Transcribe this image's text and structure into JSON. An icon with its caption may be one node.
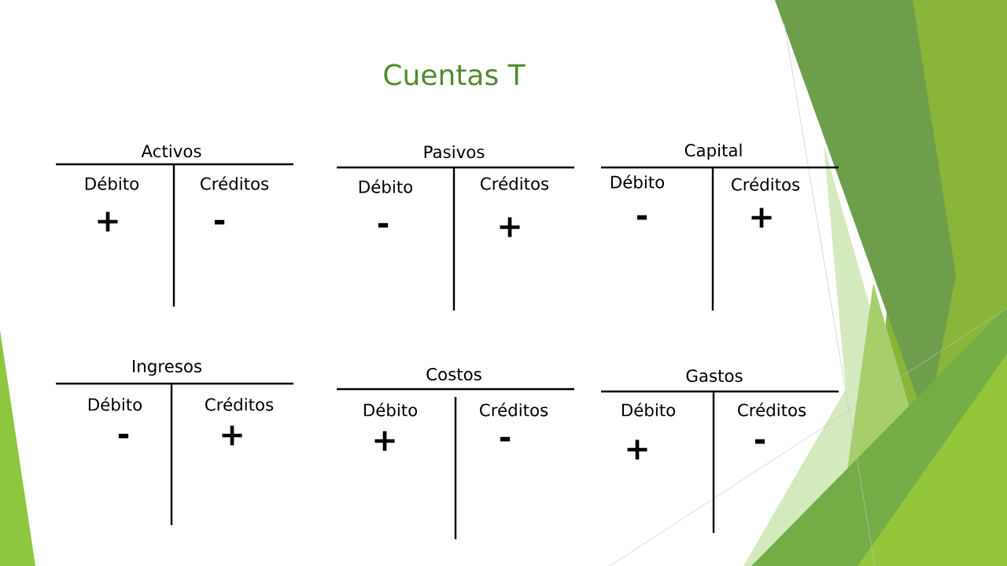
{
  "diagram": {
    "title": "Cuentas T",
    "nodes": [
      {
        "text": [
          "Activos",
          "Débito",
          "Créditos",
          "+",
          "-"
        ]
      },
      {
        "text": [
          "Pasivos",
          "Débito",
          "Créditos",
          "-",
          "+"
        ]
      },
      {
        "text": [
          "Capital",
          "Débito",
          "Créditos",
          "-",
          "+"
        ]
      },
      {
        "text": [
          "Ingresos",
          "Débito",
          "Créditos",
          "-",
          "+"
        ]
      },
      {
        "text": [
          "Costos",
          "Débito",
          "Créditos",
          "+",
          "-"
        ]
      },
      {
        "text": [
          "Gastos",
          "Débito",
          "Créditos",
          "+",
          "-"
        ]
      }
    ]
  }
}
